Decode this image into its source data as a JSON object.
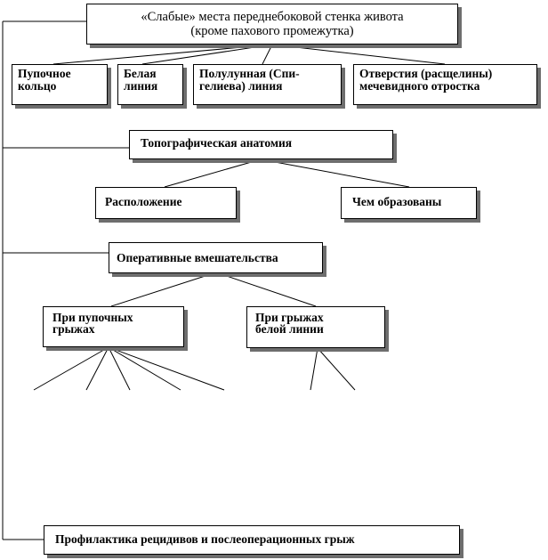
{
  "diagram": {
    "title": "«Слабые» места переднебоковой стенка живота\n(кроме пахового промежутка)",
    "weak_points": [
      "Пупочное\nкольцо",
      "Белая\nлиния",
      "Полулунная (Спи-\nгелиева) линия",
      "Отверстия (расщелины)\nмечевидного отростка"
    ],
    "topography": {
      "label": "Топографическая анатомия",
      "children": [
        "Расположение",
        "Чем образованы"
      ]
    },
    "operations": {
      "label": "Оперативные вмешательства",
      "children": [
        "При пупочных\nгрыжах",
        "При грыжах\nбелой линии"
      ]
    },
    "prevention": "Профилактика рецидивов и послеоперационных грыж"
  }
}
